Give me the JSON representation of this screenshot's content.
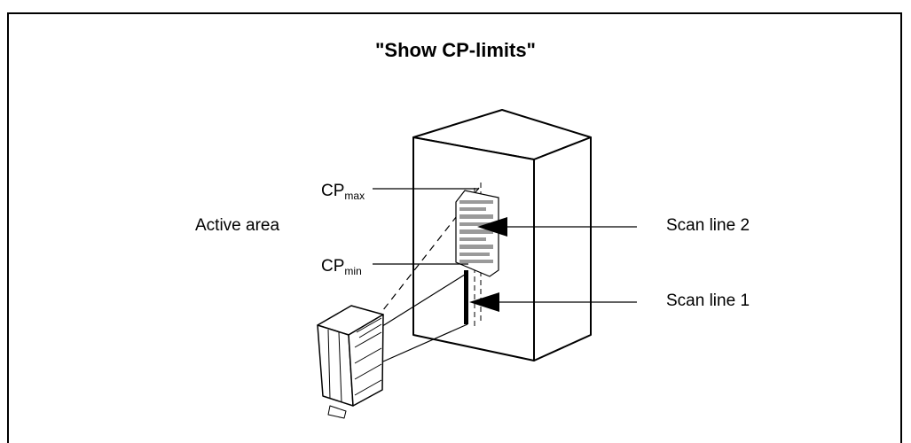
{
  "title": "\"Show CP-limits\"",
  "labels": {
    "cp_max_base": "CP",
    "cp_max_sub": "max",
    "cp_min_base": "CP",
    "cp_min_sub": "min",
    "active_area": "Active area",
    "scan_line_2": "Scan line 2",
    "scan_line_1": "Scan line 1"
  },
  "colors": {
    "stroke": "#000000",
    "barcode": "#9a9a9a",
    "background": "#ffffff"
  }
}
